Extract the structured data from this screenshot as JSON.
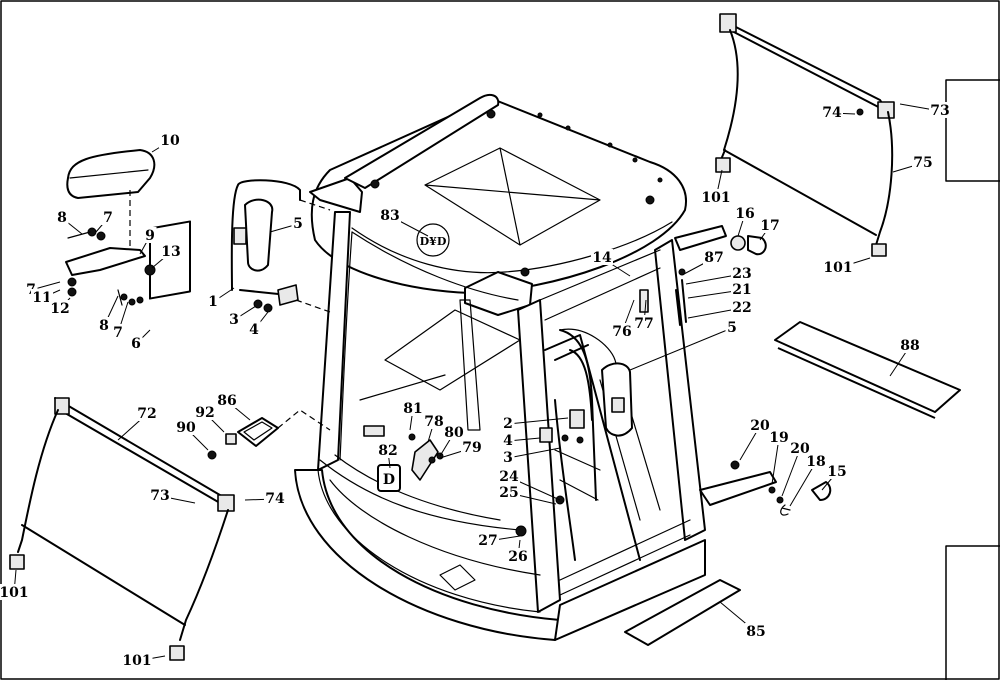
{
  "diagram": {
    "callouts": [
      {
        "id": "c10",
        "text": "10"
      },
      {
        "id": "c8a",
        "text": "8"
      },
      {
        "id": "c7a",
        "text": "7"
      },
      {
        "id": "c9",
        "text": "9"
      },
      {
        "id": "c13",
        "text": "13"
      },
      {
        "id": "c7b",
        "text": "7"
      },
      {
        "id": "c11",
        "text": "11"
      },
      {
        "id": "c12",
        "text": "12"
      },
      {
        "id": "c8b",
        "text": "8"
      },
      {
        "id": "c7c",
        "text": "7"
      },
      {
        "id": "c6",
        "text": "6"
      },
      {
        "id": "c5a",
        "text": "5"
      },
      {
        "id": "c1",
        "text": "1"
      },
      {
        "id": "c3a",
        "text": "3"
      },
      {
        "id": "c4a",
        "text": "4"
      },
      {
        "id": "c83",
        "text": "83"
      },
      {
        "id": "c14",
        "text": "14"
      },
      {
        "id": "c87",
        "text": "87"
      },
      {
        "id": "c23",
        "text": "23"
      },
      {
        "id": "c21",
        "text": "21"
      },
      {
        "id": "c22",
        "text": "22"
      },
      {
        "id": "c76",
        "text": "76"
      },
      {
        "id": "c77",
        "text": "77"
      },
      {
        "id": "c5b",
        "text": "5"
      },
      {
        "id": "c16",
        "text": "16"
      },
      {
        "id": "c17",
        "text": "17"
      },
      {
        "id": "c101a",
        "text": "101"
      },
      {
        "id": "c74a",
        "text": "74"
      },
      {
        "id": "c73a",
        "text": "73"
      },
      {
        "id": "c75",
        "text": "75"
      },
      {
        "id": "c101b",
        "text": "101"
      },
      {
        "id": "c88",
        "text": "88"
      },
      {
        "id": "c72",
        "text": "72"
      },
      {
        "id": "c86",
        "text": "86"
      },
      {
        "id": "c92",
        "text": "92"
      },
      {
        "id": "c90",
        "text": "90"
      },
      {
        "id": "c81",
        "text": "81"
      },
      {
        "id": "c78",
        "text": "78"
      },
      {
        "id": "c80",
        "text": "80"
      },
      {
        "id": "c79",
        "text": "79"
      },
      {
        "id": "c82",
        "text": "82"
      },
      {
        "id": "c2",
        "text": "2"
      },
      {
        "id": "c4b",
        "text": "4"
      },
      {
        "id": "c3b",
        "text": "3"
      },
      {
        "id": "c24",
        "text": "24"
      },
      {
        "id": "c25",
        "text": "25"
      },
      {
        "id": "c27",
        "text": "27"
      },
      {
        "id": "c26",
        "text": "26"
      },
      {
        "id": "c20a",
        "text": "20"
      },
      {
        "id": "c19",
        "text": "19"
      },
      {
        "id": "c20b",
        "text": "20"
      },
      {
        "id": "c18",
        "text": "18"
      },
      {
        "id": "c15",
        "text": "15"
      },
      {
        "id": "c73b",
        "text": "73"
      },
      {
        "id": "c74b",
        "text": "74"
      },
      {
        "id": "c101c",
        "text": "101"
      },
      {
        "id": "c101d",
        "text": "101"
      },
      {
        "id": "c85",
        "text": "85"
      }
    ],
    "cab_emblem": "D¥D"
  }
}
